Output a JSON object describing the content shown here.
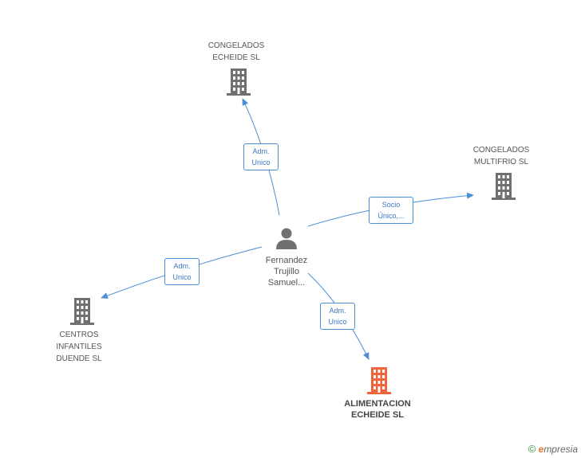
{
  "center": {
    "name_lines": [
      "Fernandez",
      "Trujillo",
      "Samuel..."
    ]
  },
  "nodes": [
    {
      "id": "congelados-echeide",
      "lines": [
        "CONGELADOS",
        "ECHEIDE SL"
      ],
      "highlight": false
    },
    {
      "id": "congelados-multifrio",
      "lines": [
        "CONGELADOS",
        "MULTIFRIO SL"
      ],
      "highlight": false
    },
    {
      "id": "centros-infantiles",
      "lines": [
        "CENTROS",
        "INFANTILES",
        "DUENDE SL"
      ],
      "highlight": false
    },
    {
      "id": "alimentacion-echeide",
      "lines": [
        "ALIMENTACION",
        "ECHEIDE SL"
      ],
      "highlight": true
    }
  ],
  "edges": [
    {
      "to": "congelados-echeide",
      "label_lines": [
        "Adm.",
        "Unico"
      ]
    },
    {
      "to": "congelados-multifrio",
      "label_lines": [
        "Socio",
        "Único,..."
      ]
    },
    {
      "to": "centros-infantiles",
      "label_lines": [
        "Adm.",
        "Unico"
      ]
    },
    {
      "to": "alimentacion-echeide",
      "label_lines": [
        "Adm.",
        "Unico"
      ]
    }
  ],
  "colors": {
    "edge": "#4a8fd8",
    "building": "#707070",
    "highlight": "#f0643c"
  },
  "brand": {
    "copyright": "©",
    "first": "e",
    "rest": "mpresia"
  }
}
